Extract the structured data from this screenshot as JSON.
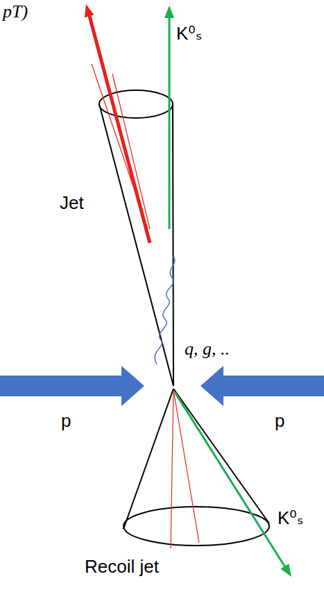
{
  "diagram": {
    "labels": [
      "pT)",
      "K⁰ₛ",
      "Jet",
      "q, g, ..",
      "p",
      "p",
      "K⁰ₛ",
      "Recoil jet"
    ]
  }
}
